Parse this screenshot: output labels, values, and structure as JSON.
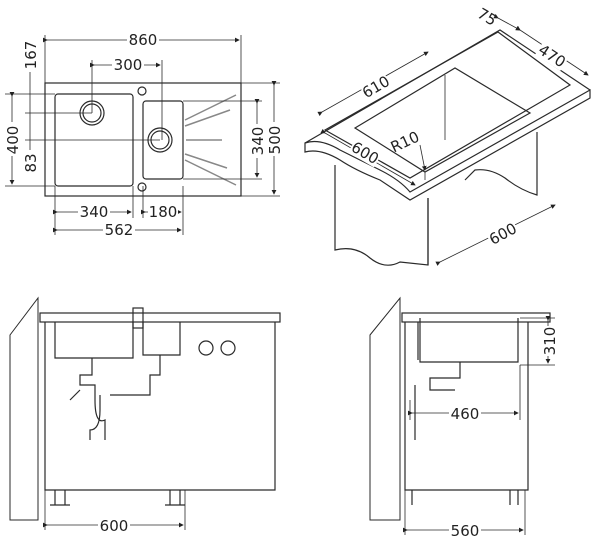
{
  "top_view": {
    "width": "860",
    "depth": "500",
    "bowl_spacing": "300",
    "edge_to_drain": "167",
    "drain_offset": "83",
    "bowl_depth": "400",
    "small_bowl_depth": "340",
    "bowl_width": "340",
    "small_bowl_width": "180",
    "bowls_total": "562"
  },
  "installation_view": {
    "countertop_edge": "75",
    "cutout_depth": "470",
    "cutout_length": "610",
    "corner_radius": "R10",
    "counter_depth": "600",
    "cabinet_width": "600"
  },
  "front_view": {
    "cabinet_width": "600"
  },
  "side_view": {
    "bowl_height": "310",
    "drain_depth": "460",
    "cabinet_depth": "560"
  }
}
